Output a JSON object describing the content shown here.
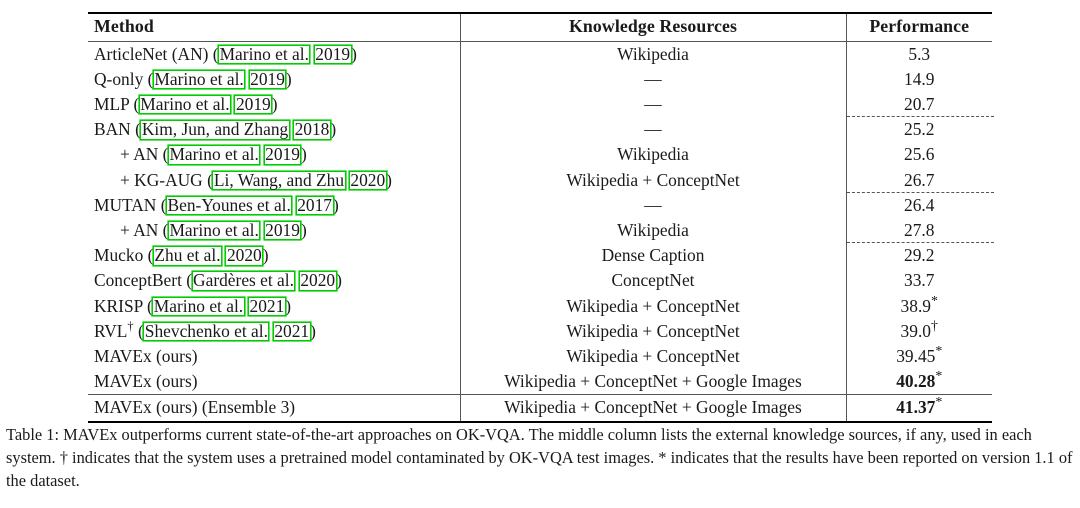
{
  "table": {
    "headers": {
      "method": "Method",
      "knowledge": "Knowledge Resources",
      "performance": "Performance"
    },
    "rows": [
      {
        "method_prefix": "ArticleNet (AN) (",
        "cite_authors": "Marino et al.",
        "cite_year": "2019",
        "method_suffix": ")",
        "knowledge": "Wikipedia",
        "performance": "5.3",
        "perf_mark": "",
        "bold": false,
        "indent": false,
        "dashed_above": false
      },
      {
        "method_prefix": "Q-only (",
        "cite_authors": "Marino et al.",
        "cite_year": "2019",
        "method_suffix": ")",
        "knowledge": "—",
        "performance": "14.9",
        "perf_mark": "",
        "bold": false,
        "indent": false,
        "dashed_above": false
      },
      {
        "method_prefix": "MLP (",
        "cite_authors": "Marino et al.",
        "cite_year": "2019",
        "method_suffix": ")",
        "knowledge": "—",
        "performance": "20.7",
        "perf_mark": "",
        "bold": false,
        "indent": false,
        "dashed_above": false
      },
      {
        "method_prefix": "BAN (",
        "cite_authors": "Kim, Jun, and Zhang",
        "cite_year": "2018",
        "method_suffix": ")",
        "knowledge": "—",
        "performance": "25.2",
        "perf_mark": "",
        "bold": false,
        "indent": false,
        "dashed_above": true
      },
      {
        "method_prefix": "+ AN (",
        "cite_authors": "Marino et al.",
        "cite_year": "2019",
        "method_suffix": ")",
        "knowledge": "Wikipedia",
        "performance": "25.6",
        "perf_mark": "",
        "bold": false,
        "indent": true,
        "dashed_above": false
      },
      {
        "method_prefix": "+ KG-AUG (",
        "cite_authors": "Li, Wang, and Zhu",
        "cite_year": "2020",
        "method_suffix": ")",
        "knowledge": "Wikipedia + ConceptNet",
        "performance": "26.7",
        "perf_mark": "",
        "bold": false,
        "indent": true,
        "dashed_above": false
      },
      {
        "method_prefix": "MUTAN (",
        "cite_authors": "Ben-Younes et al.",
        "cite_year": "2017",
        "method_suffix": ")",
        "knowledge": "—",
        "performance": "26.4",
        "perf_mark": "",
        "bold": false,
        "indent": false,
        "dashed_above": true
      },
      {
        "method_prefix": "+ AN (",
        "cite_authors": "Marino et al.",
        "cite_year": "2019",
        "method_suffix": ")",
        "knowledge": "Wikipedia",
        "performance": "27.8",
        "perf_mark": "",
        "bold": false,
        "indent": true,
        "dashed_above": false
      },
      {
        "method_prefix": "Mucko (",
        "cite_authors": "Zhu et al.",
        "cite_year": "2020",
        "method_suffix": ")",
        "knowledge": "Dense Caption",
        "performance": "29.2",
        "perf_mark": "",
        "bold": false,
        "indent": false,
        "dashed_above": true
      },
      {
        "method_prefix": "ConceptBert (",
        "cite_authors": "Gardères et al.",
        "cite_year": "2020",
        "method_suffix": ")",
        "knowledge": "ConceptNet",
        "performance": "33.7",
        "perf_mark": "",
        "bold": false,
        "indent": false,
        "dashed_above": false
      },
      {
        "method_prefix": "KRISP (",
        "cite_authors": "Marino et al.",
        "cite_year": "2021",
        "method_suffix": ")",
        "knowledge": "Wikipedia + ConceptNet",
        "performance": "38.9",
        "perf_mark": "*",
        "bold": false,
        "indent": false,
        "dashed_above": false
      },
      {
        "method_prefix": "RVL† (",
        "cite_authors": "Shevchenko et al.",
        "cite_year": "2021",
        "method_suffix": ")",
        "knowledge": "Wikipedia + ConceptNet",
        "performance": "39.0",
        "perf_mark": "†",
        "bold": false,
        "indent": false,
        "dashed_above": false
      },
      {
        "method_prefix": "MAVEx (ours)",
        "cite_authors": "",
        "cite_year": "",
        "method_suffix": "",
        "knowledge": "Wikipedia + ConceptNet",
        "performance": "39.45",
        "perf_mark": "*",
        "bold": false,
        "indent": false,
        "dashed_above": false
      },
      {
        "method_prefix": "MAVEx (ours)",
        "cite_authors": "",
        "cite_year": "",
        "method_suffix": "",
        "knowledge": "Wikipedia + ConceptNet + Google Images",
        "performance": "40.28",
        "perf_mark": "*",
        "bold": true,
        "indent": false,
        "dashed_above": false
      }
    ],
    "final_row": {
      "method_prefix": "MAVEx (ours) (Ensemble 3)",
      "cite_authors": "",
      "cite_year": "",
      "method_suffix": "",
      "knowledge": "Wikipedia + ConceptNet + Google Images",
      "performance": "41.37",
      "perf_mark": "*",
      "bold": true
    }
  },
  "caption": {
    "text": "Table 1: MAVEx outperforms current state-of-the-art approaches on OK-VQA. The middle column lists the external knowledge sources, if any, used in each system. † indicates that the system uses a pretrained model contaminated by OK-VQA test images. * indicates that the results have been reported on version 1.1 of the dataset."
  },
  "annotation": {
    "highlight_color": "#00cc00",
    "description": "green bounding boxes around citation author names and years"
  }
}
